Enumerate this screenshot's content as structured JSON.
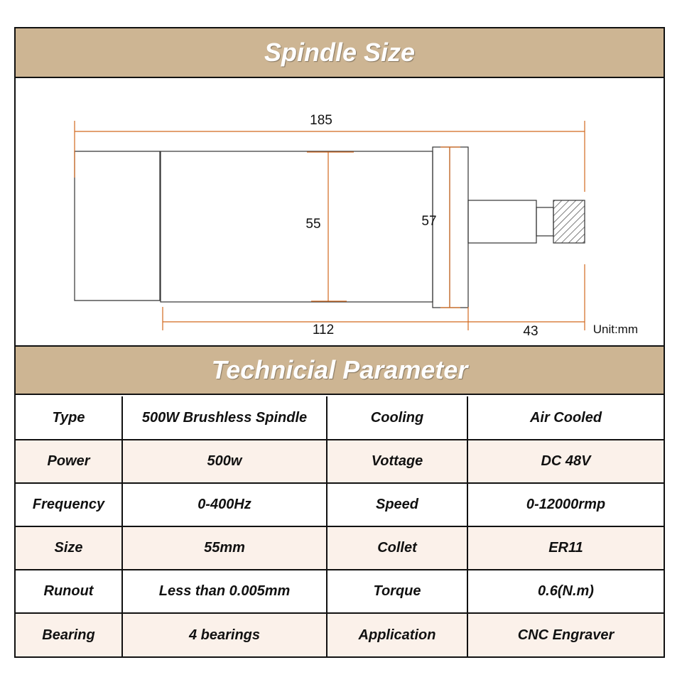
{
  "colors": {
    "banner": "#cdb593",
    "shaded_row": "#fbf1ea",
    "dimension_line": "#d2691e",
    "outline": "#333333"
  },
  "spindle_size": {
    "title": "Spindle Size",
    "unit_label": "Unit:mm",
    "dimensions": {
      "overall_length": "185",
      "body_diameter": "55",
      "flange_diameter": "57",
      "body_length": "112",
      "nose_length": "43"
    }
  },
  "technical": {
    "title": "Technicial Parameter",
    "rows": [
      {
        "label1": "Type",
        "value1": "500W Brushless Spindle",
        "label2": "Cooling",
        "value2": "Air Cooled"
      },
      {
        "label1": "Power",
        "value1": "500w",
        "label2": "Vottage",
        "value2": "DC 48V"
      },
      {
        "label1": "Frequency",
        "value1": "0-400Hz",
        "label2": "Speed",
        "value2": "0-12000rmp"
      },
      {
        "label1": "Size",
        "value1": "55mm",
        "label2": "Collet",
        "value2": "ER11"
      },
      {
        "label1": "Runout",
        "value1": "Less than 0.005mm",
        "label2": "Torque",
        "value2": "0.6(N.m)"
      },
      {
        "label1": "Bearing",
        "value1": "4 bearings",
        "label2": "Application",
        "value2": "CNC Engraver"
      }
    ]
  }
}
